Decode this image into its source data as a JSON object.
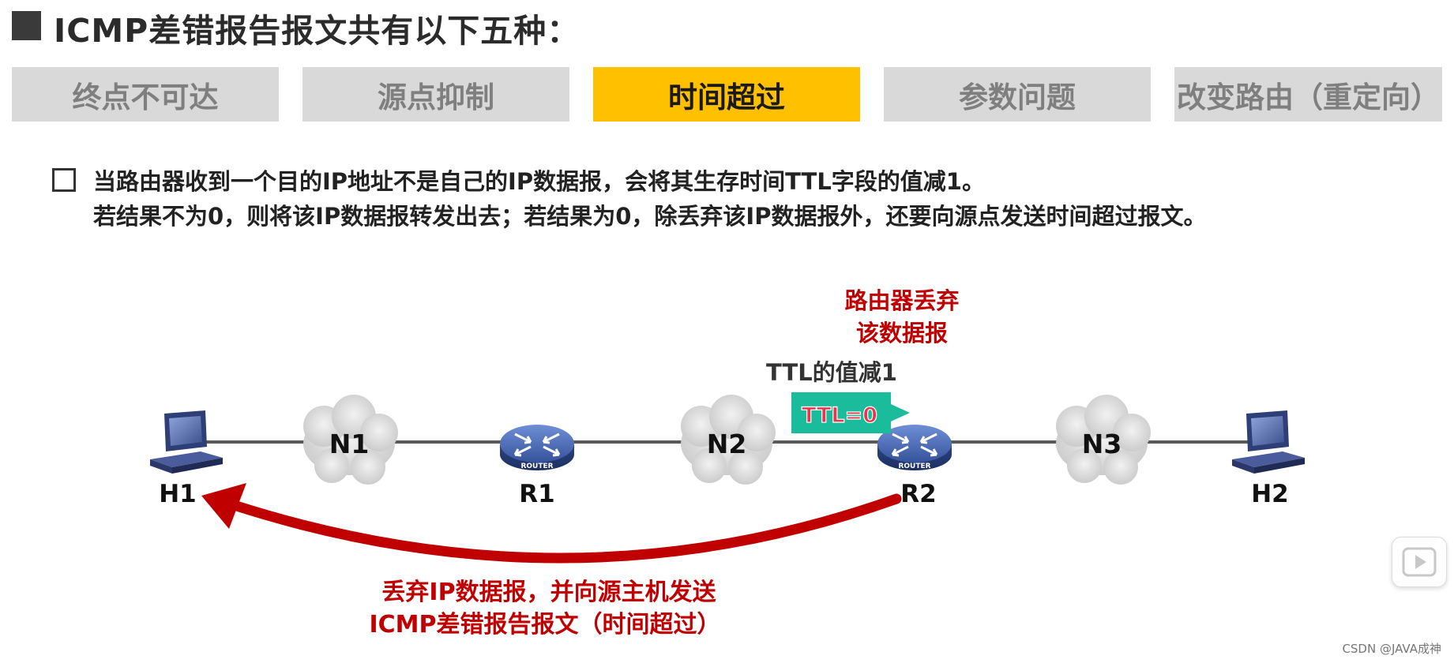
{
  "header": {
    "title": "ICMP差错报告报文共有以下五种："
  },
  "tabs": [
    {
      "label": "终点不可达",
      "active": false
    },
    {
      "label": "源点抑制",
      "active": false
    },
    {
      "label": "时间超过",
      "active": true
    },
    {
      "label": "参数问题",
      "active": false
    },
    {
      "label": "改变路由（重定向）",
      "active": false
    }
  ],
  "description": {
    "line1": "当路由器收到一个目的IP地址不是自己的IP数据报，会将其生存时间TTL字段的值减1。",
    "line2": "若结果不为0，则将该IP数据报转发出去；若结果为0，除丢弃该IP数据报外，还要向源点发送时间超过报文。"
  },
  "diagram": {
    "nodes": {
      "h1": "H1",
      "n1": "N1",
      "r1": "R1",
      "n2": "N2",
      "r2": "R2",
      "n3": "N3",
      "h2": "H2"
    },
    "router_text": "ROUTER",
    "drop_note": {
      "line1": "路由器丢弃",
      "line2": "该数据报"
    },
    "ttl_note": "TTL的值减1",
    "ttl_packet": "TTL=0",
    "return_note": {
      "line1": "丢弃IP数据报，并向源主机发送",
      "line2": "ICMP差错报告报文（时间超过）"
    }
  },
  "colors": {
    "accent_tab": "#ffc000",
    "inactive_tab": "#d9d9d9",
    "arrow_red": "#c00000",
    "packet_teal": "#1abc9c",
    "router_blue": "#3d5fa8"
  },
  "watermark": "CSDN @JAVA成神",
  "player": {
    "icon": "play-icon"
  }
}
